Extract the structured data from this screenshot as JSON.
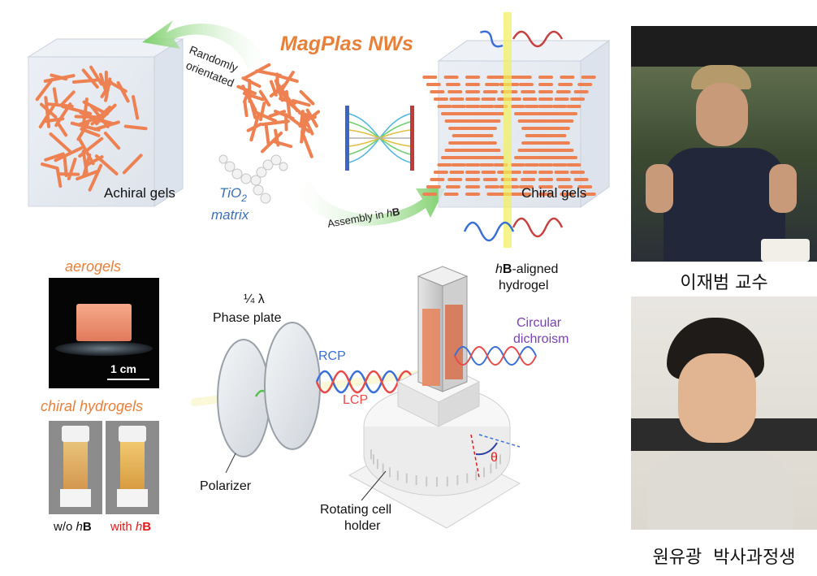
{
  "figure": {
    "title": "MagPlas NWs",
    "randomly_orientated": [
      "Randomly",
      "orientated"
    ],
    "achiral_gels": "Achiral gels",
    "chiral_gels": "Chiral gels",
    "tio2_prefix": "TiO",
    "tio2_sub": "2",
    "matrix": "matrix",
    "assembly_prefix": "Assembly in ",
    "assembly_h": "h",
    "assembly_b": "B"
  },
  "samples": {
    "aerogels_title": "aerogels",
    "scale_bar": "1 cm",
    "chiral_hydrogels_title": "chiral hydrogels",
    "wo_prefix": "w/o ",
    "with_prefix": "with ",
    "h": "h",
    "B": "B",
    "accent_color": "#e8803a",
    "with_color": "#e31b1b"
  },
  "setup": {
    "phase_plate_fraction": "¼ λ",
    "phase_plate": "Phase plate",
    "rcp": "RCP",
    "lcp": "LCP",
    "polarizer": "Polarizer",
    "hydrogel_h": "h",
    "hydrogel_b": "B",
    "hydrogel_suffix": "-aligned",
    "hydrogel_line2": "hydrogel",
    "circular": "Circular",
    "dichroism": "dichroism",
    "rotating_line1": "Rotating cell",
    "rotating_line2": "holder",
    "theta": "θ",
    "rcp_color": "#3a6fd8",
    "lcp_color": "#e84a4a",
    "cd_color": "#7a3fb5"
  },
  "people": [
    {
      "caption": "이재범 교수"
    },
    {
      "caption": "원유광  박사과정생"
    }
  ]
}
